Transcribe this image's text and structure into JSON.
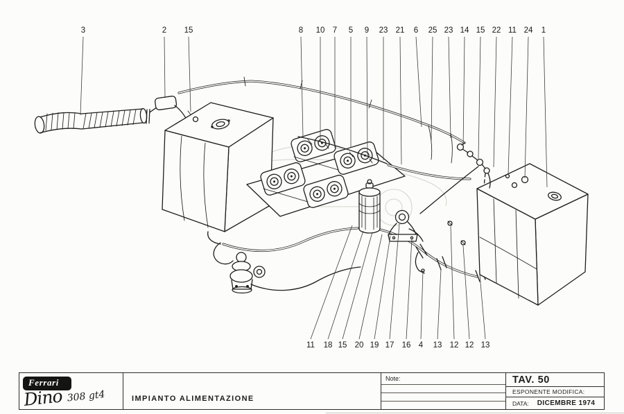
{
  "diagram": {
    "callouts_top": [
      "3",
      "2",
      "15",
      "8",
      "10",
      "7",
      "5",
      "9",
      "23",
      "21",
      "6",
      "25",
      "23",
      "14",
      "15",
      "22",
      "11",
      "24",
      "1"
    ],
    "callouts_bottom": [
      "11",
      "18",
      "15",
      "20",
      "19",
      "17",
      "16",
      "4",
      "13",
      "12",
      "12",
      "13"
    ]
  },
  "title_block": {
    "brand": "Ferrari",
    "model_name": "Dino",
    "model_suffix": "308 gt4",
    "drawing_title": "IMPIANTO  ALIMENTAZIONE",
    "note_label": "Note:",
    "tav": "TAV.  50",
    "esponente_label": "ESPONENTE MODIFICA:",
    "data_label": "DATA:",
    "data_value": "DICEMBRE 1974"
  },
  "colors": {
    "ink": "#1d1d1b",
    "paper": "#fcfcfa",
    "ghost_outline": "#dcdbd4"
  }
}
